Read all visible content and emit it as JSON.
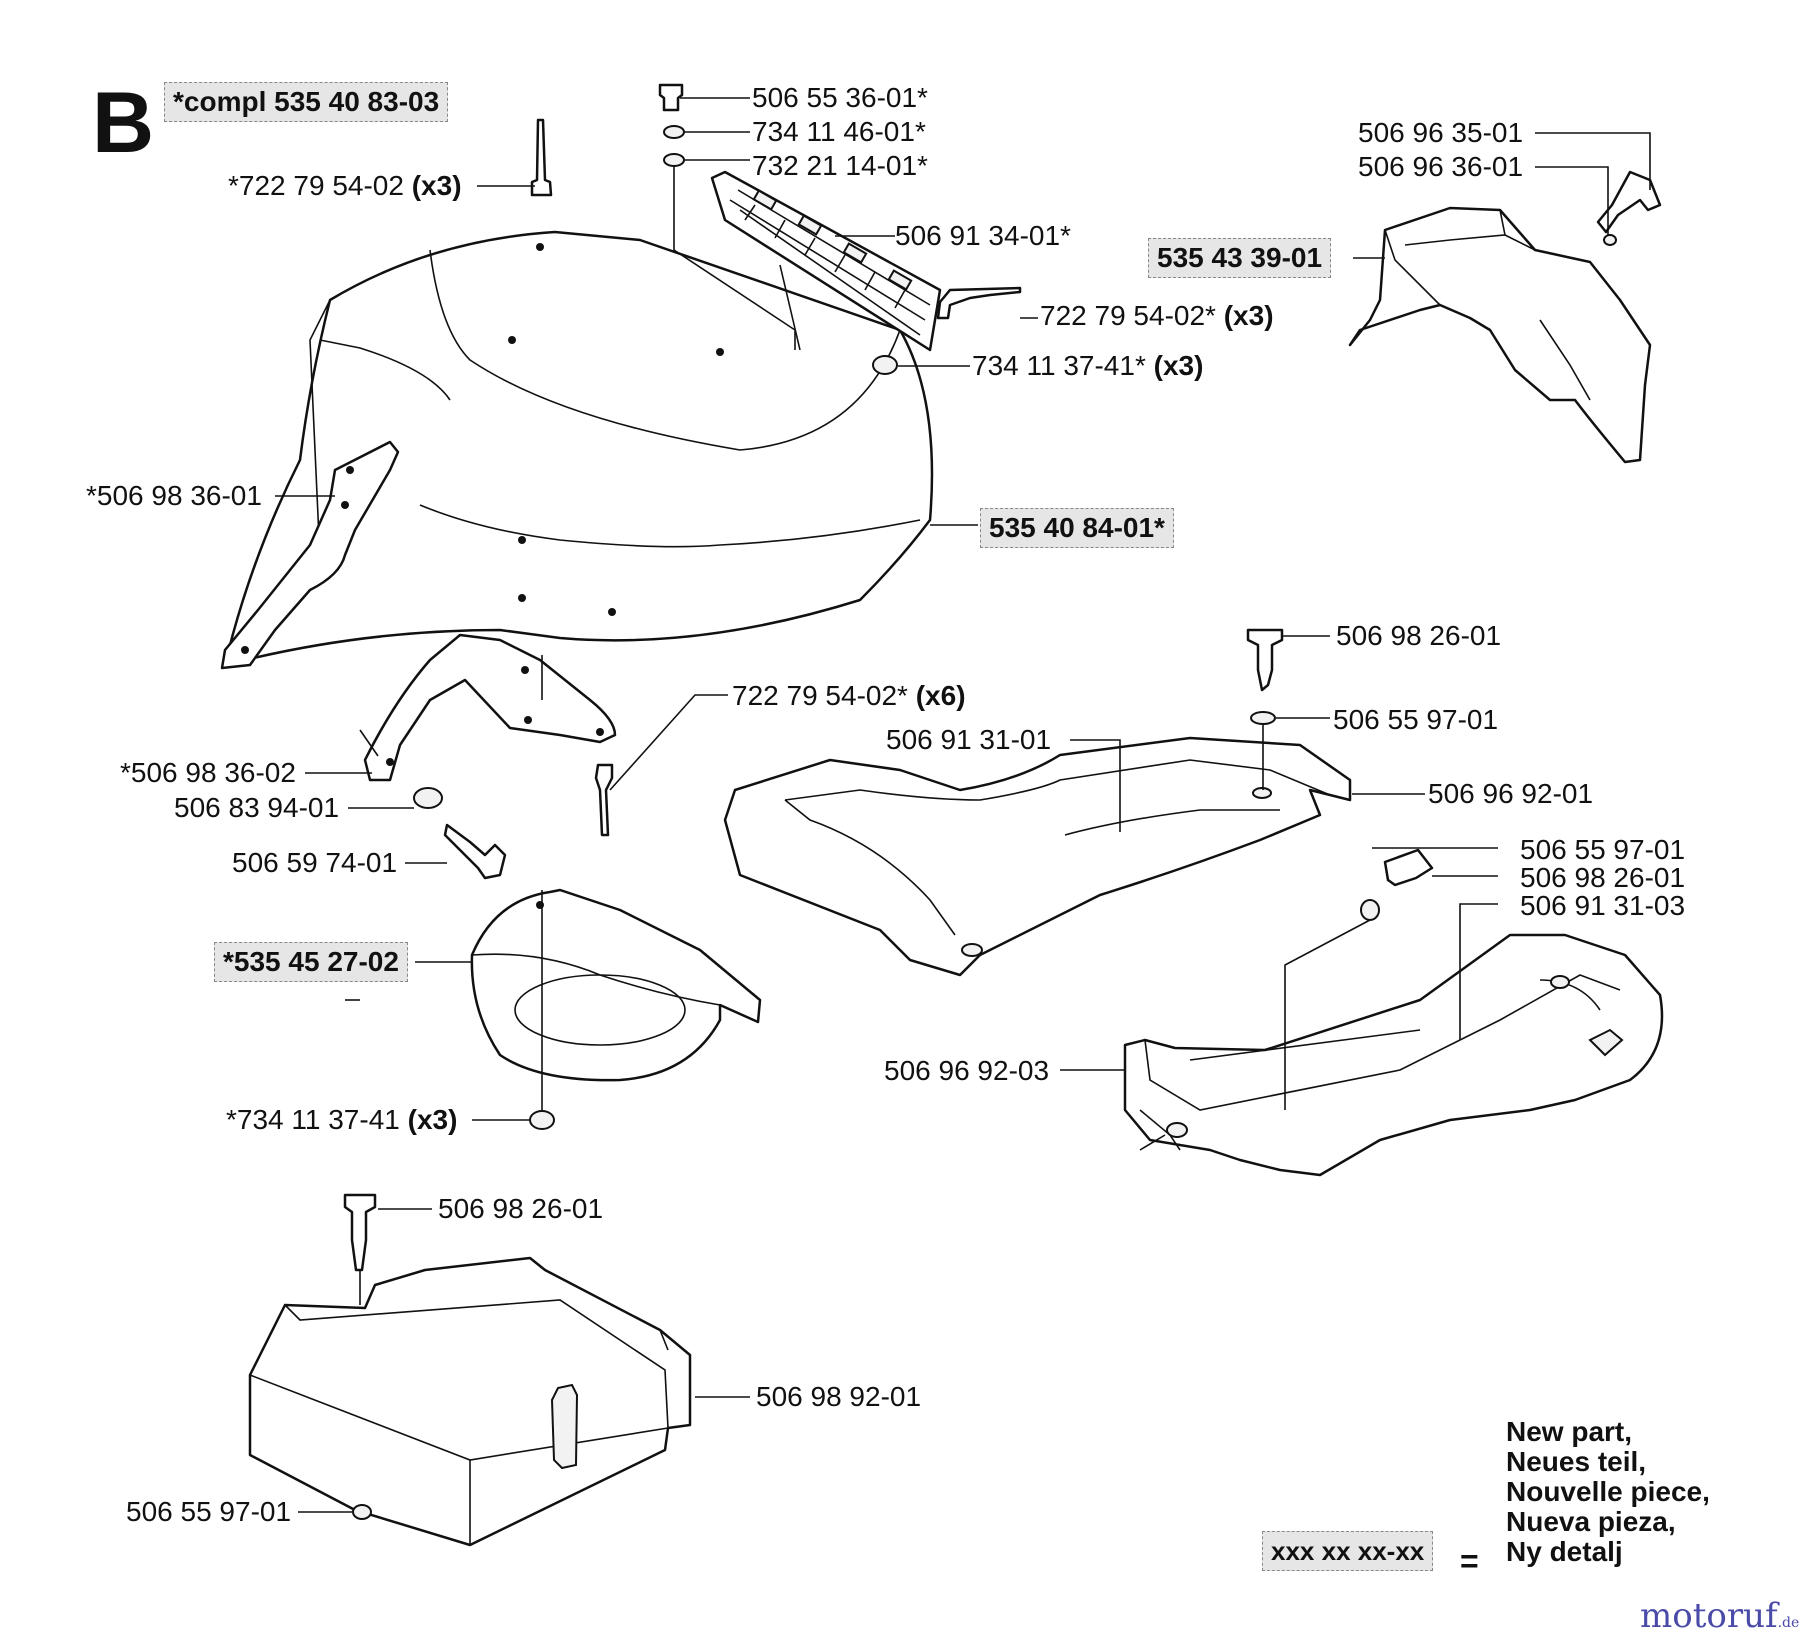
{
  "section_letter": "B",
  "kits": {
    "compl": "*compl 535 40 83-03",
    "hood": "535 40 84-01*",
    "fender": "535 43 39-01",
    "bowl": "*535 45 27-02"
  },
  "parts": {
    "p01": {
      "text": "506 55 36-01*",
      "qty": ""
    },
    "p02": {
      "text": "734 11 46-01*",
      "qty": ""
    },
    "p03": {
      "text": "732 21 14-01*",
      "qty": ""
    },
    "p04": {
      "text": "*722 79 54-02 ",
      "qty": "(x3)"
    },
    "p05": {
      "text": "506 91 34-01*",
      "qty": ""
    },
    "p06": {
      "text": "722 79 54-02* ",
      "qty": "(x3)"
    },
    "p07": {
      "text": "734 11 37-41* ",
      "qty": "(x3)"
    },
    "p08": {
      "text": "506 96 35-01",
      "qty": ""
    },
    "p09": {
      "text": "506 96 36-01",
      "qty": ""
    },
    "p10": {
      "text": "*506 98 36-01",
      "qty": ""
    },
    "p11": {
      "text": "722 79 54-02* ",
      "qty": "(x6)"
    },
    "p12": {
      "text": "*506 98 36-02",
      "qty": ""
    },
    "p13": {
      "text": "506 83 94-01",
      "qty": ""
    },
    "p14": {
      "text": "506 59 74-01",
      "qty": ""
    },
    "p15": {
      "text": "*734 11 37-41 ",
      "qty": "(x3)"
    },
    "p16": {
      "text": "506 98 26-01",
      "qty": ""
    },
    "p17": {
      "text": "506 55 97-01",
      "qty": ""
    },
    "p18": {
      "text": "506 91 31-01",
      "qty": ""
    },
    "p19": {
      "text": "506 96 92-01",
      "qty": ""
    },
    "p20": {
      "text": "506 55 97-01",
      "qty": ""
    },
    "p21": {
      "text": "506 98 26-01",
      "qty": ""
    },
    "p22": {
      "text": "506 91 31-03",
      "qty": ""
    },
    "p23": {
      "text": "506 96 92-03",
      "qty": ""
    },
    "p24": {
      "text": "506 98 26-01",
      "qty": ""
    },
    "p25": {
      "text": "506 98 92-01",
      "qty": ""
    },
    "p26": {
      "text": "506 55 97-01",
      "qty": ""
    }
  },
  "legend": {
    "lines": [
      "New part,",
      "Neues teil,",
      "Nouvelle piece,",
      "Nueva pieza,",
      "Ny detalj"
    ],
    "placeholder": "xxx xx xx-xx",
    "equals": "="
  },
  "watermark": {
    "main": "motoruf",
    "suffix": ".de"
  }
}
